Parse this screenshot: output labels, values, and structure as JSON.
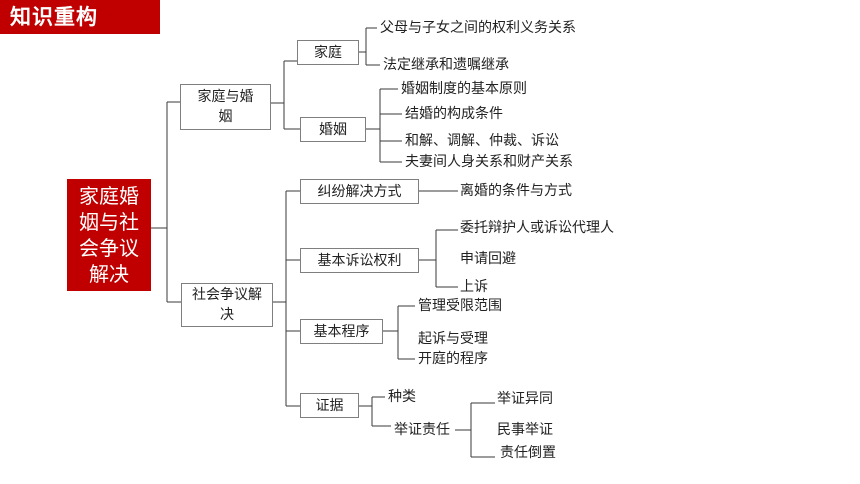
{
  "banner": "知识重构",
  "root": "家庭婚姻与社会争议解决",
  "family": {
    "label": "家庭与婚姻",
    "home": {
      "label": "家庭",
      "items": [
        "父母与子女之间的权利义务关系",
        "法定继承和遗嘱继承"
      ]
    },
    "marriage": {
      "label": "婚姻",
      "items": [
        "婚姻制度的基本原则",
        "结婚的构成条件",
        "和解、调解、仲裁、诉讼",
        "夫妻间人身关系和财产关系"
      ]
    }
  },
  "social": {
    "label": "社会争议解决",
    "dispute": {
      "label": "纠纷解决方式",
      "items": [
        "离婚的条件与方式"
      ]
    },
    "rights": {
      "label": "基本诉讼权利",
      "items": [
        "委托辩护人或诉讼代理人",
        "申请回避",
        "上诉"
      ]
    },
    "procedure": {
      "label": "基本程序",
      "items": [
        "管理受限范围",
        "起诉与受理",
        "开庭的程序"
      ]
    },
    "evidence": {
      "label": "证据",
      "kind": "种类",
      "burden": "举证责任",
      "items": [
        "举证异同",
        "民事举证",
        "责任倒置"
      ]
    }
  }
}
